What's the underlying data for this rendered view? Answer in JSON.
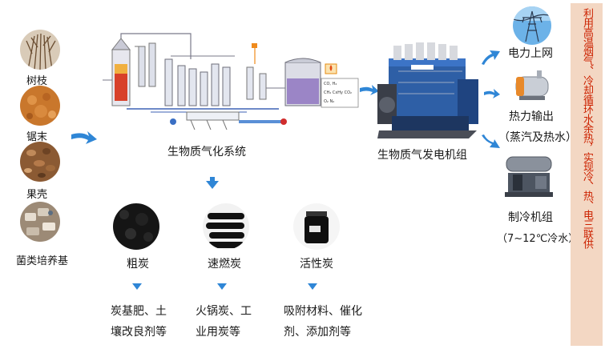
{
  "feedstocks": [
    {
      "label": "树枝"
    },
    {
      "label": "锯末"
    },
    {
      "label": "果壳"
    },
    {
      "label": "菌类培养基"
    }
  ],
  "gasification": {
    "label": "生物质气化系统"
  },
  "diagram_text": {
    "tag1": "CO, H₂",
    "tag2": "CH₄  CxHy  CO₂",
    "tag3": "O₂  N₂"
  },
  "generator": {
    "label": "生物质气发电机组"
  },
  "outputs": [
    {
      "label": "电力上网"
    },
    {
      "label": "热力输出",
      "sub": "（蒸汽及热水）"
    },
    {
      "label": "制冷机组",
      "sub": "（7~12℃冷水）"
    }
  ],
  "banner": {
    "text": "利用高温烟气、冷却循环水余热，实现冷、热、电三联供"
  },
  "chars": [
    {
      "label": "粗炭",
      "uses": [
        "炭基肥、土",
        "壤改良剂等"
      ]
    },
    {
      "label": "速燃炭",
      "uses": [
        "火锅炭、工",
        "业用炭等"
      ]
    },
    {
      "label": "活性炭",
      "uses": [
        "吸附材料、催化",
        "剂、添加剂等"
      ]
    }
  ],
  "colors": {
    "arrow": "#2f86d6",
    "banner_bg": "#f3d7c3",
    "banner_text": "#cc2200"
  }
}
